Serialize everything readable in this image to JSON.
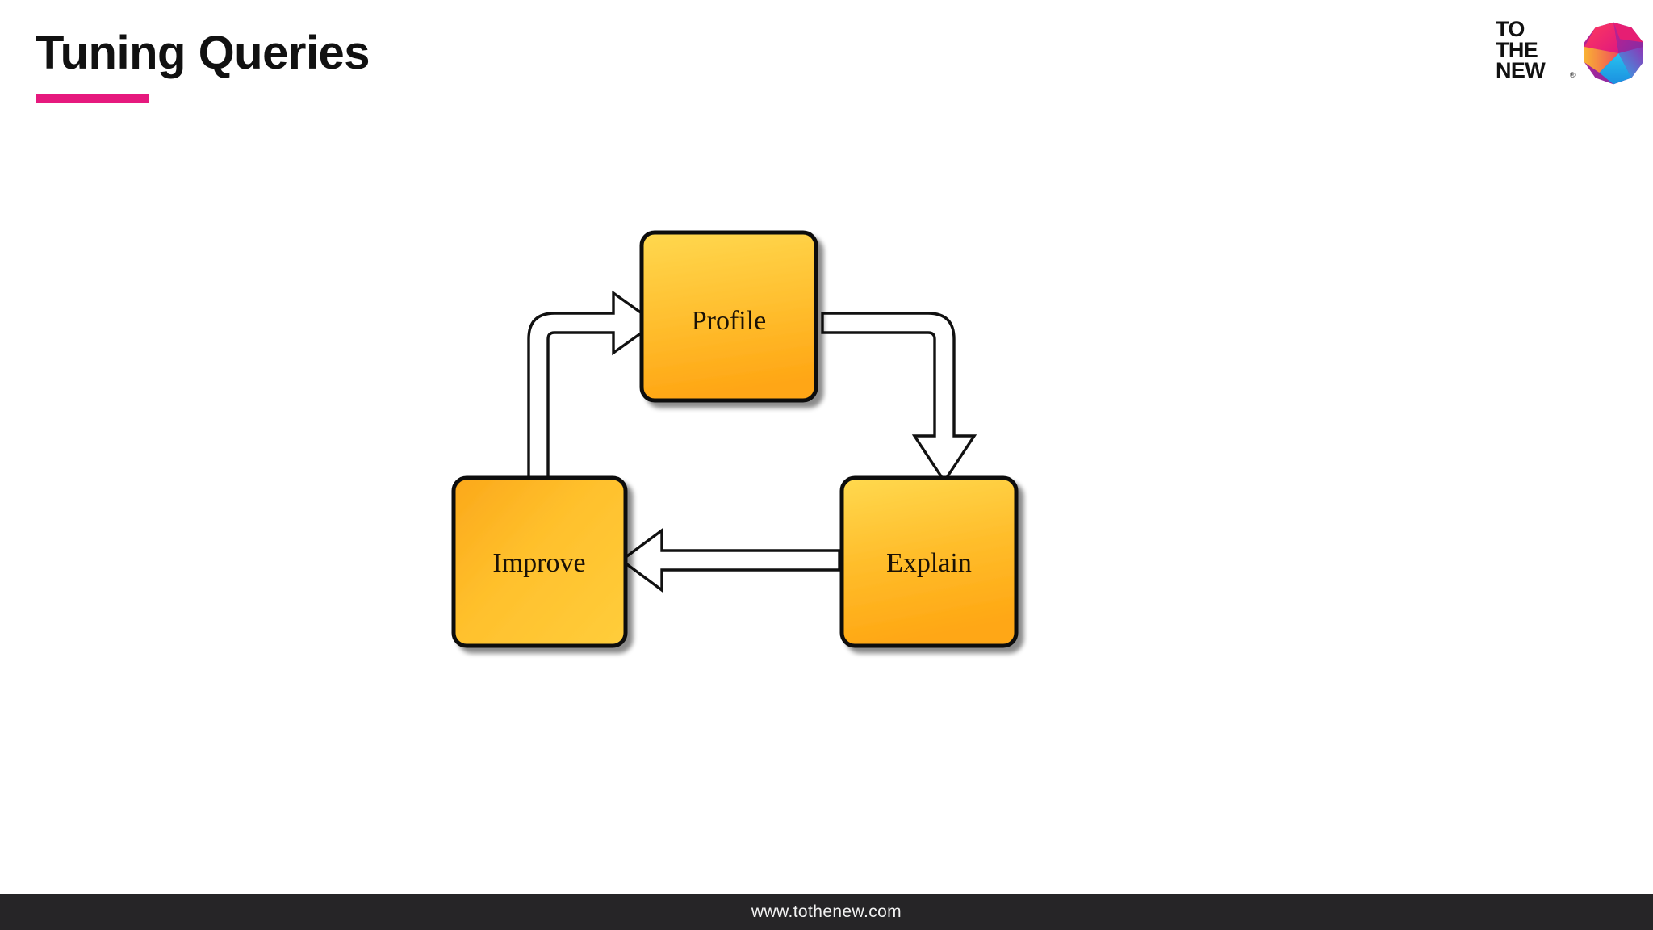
{
  "slide": {
    "title": "Tuning Queries",
    "accent_color": "#e6197e",
    "background_color": "#ffffff"
  },
  "logo": {
    "line1": "TO",
    "line2": "THE",
    "line3": "NEW",
    "registered_mark": "®",
    "mark_name": "polygon-gem-icon"
  },
  "diagram": {
    "type": "cycle-flowchart",
    "node_fill_top": "#ffd24d",
    "node_fill_bottom": "#ffa81f",
    "node_border_color": "#111111",
    "nodes": [
      {
        "id": "profile",
        "label": "Profile"
      },
      {
        "id": "explain",
        "label": "Explain"
      },
      {
        "id": "improve",
        "label": "Improve"
      }
    ],
    "edges": [
      {
        "from": "profile",
        "to": "explain"
      },
      {
        "from": "explain",
        "to": "improve"
      },
      {
        "from": "improve",
        "to": "profile"
      }
    ]
  },
  "footer": {
    "url": "www.tothenew.com",
    "background_color": "#262527"
  }
}
